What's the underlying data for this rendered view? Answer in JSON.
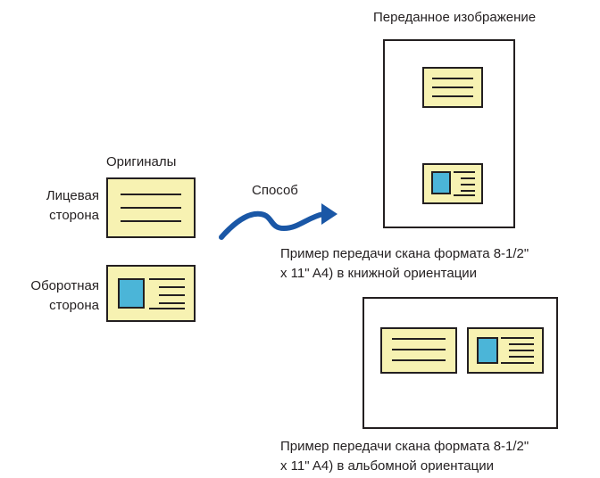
{
  "labels": {
    "transmitted_image": "Переданное изображение",
    "originals": "Оригиналы",
    "front_side": [
      "Лицевая",
      "сторона"
    ],
    "back_side": [
      "Оборотная",
      "сторона"
    ],
    "method": "Способ",
    "portrait_example": [
      "Пример передачи скана формата 8-1/2\"",
      "x 11\" A4) в книжной ориентации"
    ],
    "landscape_example": [
      "Пример передачи скана формата 8-1/2\"",
      "x 11\" A4) в альбомной ориентации"
    ]
  },
  "colors": {
    "card_fill": "#f7f2b2",
    "photo_fill": "#4bb5d8",
    "arrow": "#1a57a6",
    "line": "#231f20"
  }
}
